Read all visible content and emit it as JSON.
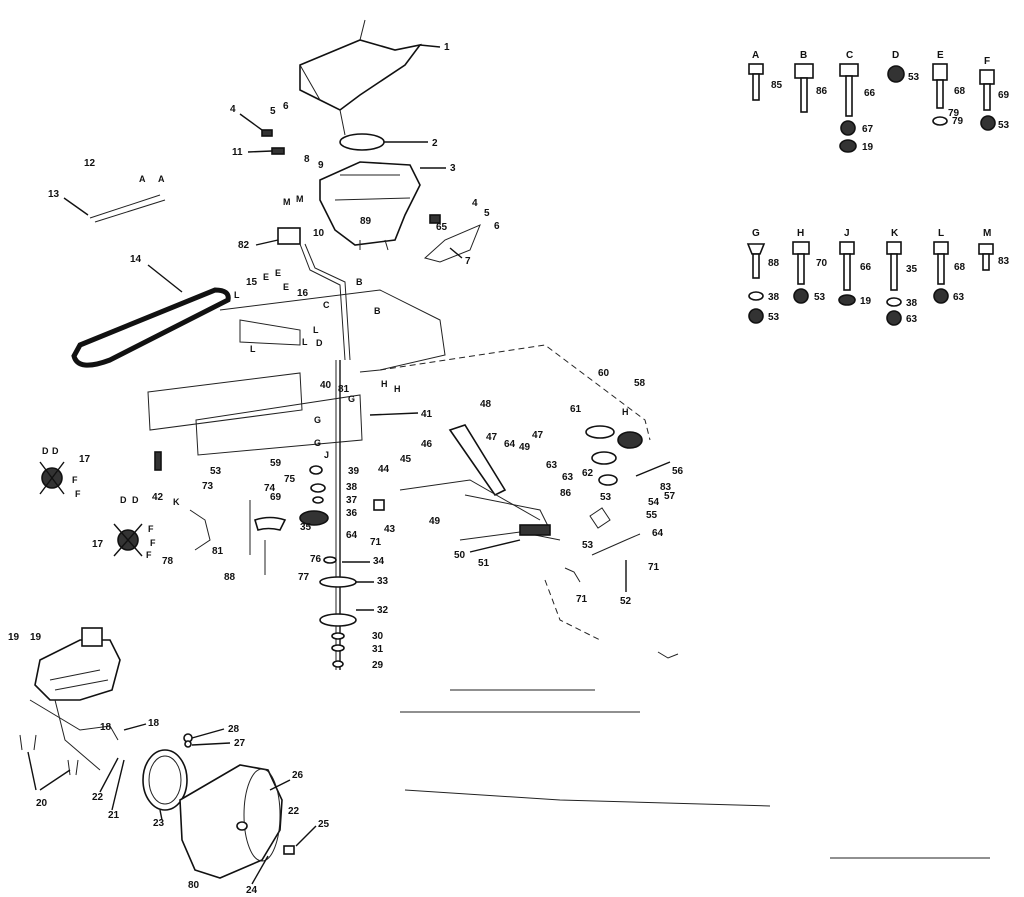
{
  "callouts": {
    "c1": "1",
    "c2": "2",
    "c3": "3",
    "c4": "4",
    "c5": "5",
    "c6": "6",
    "c8": "8",
    "c9": "9",
    "c10": "10",
    "c11": "11",
    "c12": "12",
    "c13": "13",
    "c14": "14",
    "c16": "16",
    "c17a": "17",
    "c17b": "17",
    "c18a": "18",
    "c18b": "18",
    "c19a": "19",
    "c19b": "19",
    "c20": "20",
    "c21": "21",
    "c22a": "22",
    "c22b": "22",
    "c23": "23",
    "c24": "24",
    "c25": "25",
    "c26": "26",
    "c27": "27",
    "c28": "28",
    "c29": "29",
    "c30": "30",
    "c31": "31",
    "c32": "32",
    "c33": "33",
    "c34": "34",
    "c35": "35",
    "c36": "36",
    "c37": "37",
    "c38": "38",
    "c39": "39",
    "c40": "40",
    "c41": "41",
    "c42": "42",
    "c43": "43",
    "c44": "44",
    "c45": "45",
    "c46": "46",
    "c47a": "47",
    "c47b": "47",
    "c48": "48",
    "c49": "49",
    "c50": "50",
    "c51": "51",
    "c52": "52",
    "c53a": "53",
    "c53b": "53",
    "c53c": "53",
    "c54": "54",
    "c55": "55",
    "c56": "56",
    "c57": "57",
    "c58": "58",
    "c59": "59",
    "c60": "60",
    "c61": "61",
    "c62": "62",
    "c63a": "63",
    "c63b": "63",
    "c64a": "64",
    "c64b": "64",
    "c64c": "64",
    "c65": "65",
    "c69": "69",
    "c71a": "71",
    "c71b": "71",
    "c71c": "71",
    "c73": "73",
    "c74": "74",
    "c75": "75",
    "c76": "76",
    "c77": "77",
    "c78": "78",
    "c80": "80",
    "c81": "81",
    "c82": "82",
    "c83": "83",
    "c86": "86",
    "c88": "88",
    "c89": "89",
    "c7": "7",
    "c15": "15",
    "c79": "79"
  },
  "letters": {
    "A": "A",
    "B": "B",
    "C": "C",
    "D": "D",
    "E": "E",
    "F": "F",
    "G": "G",
    "H": "H",
    "J": "J",
    "K": "K",
    "L": "L",
    "M": "M"
  },
  "hardware_top": [
    {
      "letter": "A",
      "num": "85"
    },
    {
      "letter": "B",
      "num": "86"
    },
    {
      "letter": "C",
      "num": "66",
      "extra": [
        "67",
        "19"
      ]
    },
    {
      "letter": "D",
      "num": "53"
    },
    {
      "letter": "E",
      "num": "68",
      "extra": [
        "79"
      ]
    },
    {
      "letter": "F",
      "num": "69",
      "extra": [
        "53"
      ]
    }
  ],
  "hardware_bottom": [
    {
      "letter": "G",
      "num": "88",
      "extra": [
        "38",
        "53"
      ]
    },
    {
      "letter": "H",
      "num": "70",
      "extra": [
        "53"
      ]
    },
    {
      "letter": "J",
      "num": "66",
      "extra": [
        "19"
      ]
    },
    {
      "letter": "K",
      "num": "35",
      "extra": [
        "38",
        "63"
      ]
    },
    {
      "letter": "L",
      "num": "68",
      "extra": [
        "63"
      ]
    },
    {
      "letter": "M",
      "num": "83"
    }
  ]
}
